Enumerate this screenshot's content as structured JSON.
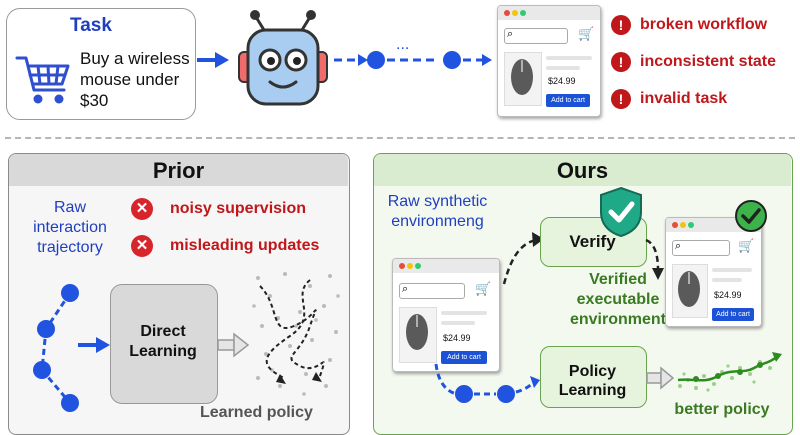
{
  "task": {
    "title": "Task",
    "text": "Buy a wireless mouse under $30",
    "ellipsis": "..."
  },
  "browser": {
    "price": "$24.99",
    "add_to_cart": "Add to cart"
  },
  "warnings": [
    {
      "icon": "!",
      "text": "broken workflow"
    },
    {
      "icon": "!",
      "text": "inconsistent state"
    },
    {
      "icon": "!",
      "text": "invalid task"
    }
  ],
  "prior": {
    "title": "Prior",
    "raw_label": "Raw interaction trajectory",
    "issues": [
      {
        "icon": "✕",
        "text": "noisy supervision"
      },
      {
        "icon": "✕",
        "text": "misleading updates"
      }
    ],
    "direct_learning": "Direct Learning",
    "learned_policy": "Learned policy"
  },
  "ours": {
    "title": "Ours",
    "raw_label": "Raw synthetic environmeng",
    "verify": "Verify",
    "verified_label": "Verified executable environment",
    "policy_learning": "Policy Learning",
    "better_policy": "better policy"
  },
  "colors": {
    "accent_blue": "#1f53e0",
    "warning_red": "#c0171b",
    "ours_green": "#3a7a22"
  }
}
